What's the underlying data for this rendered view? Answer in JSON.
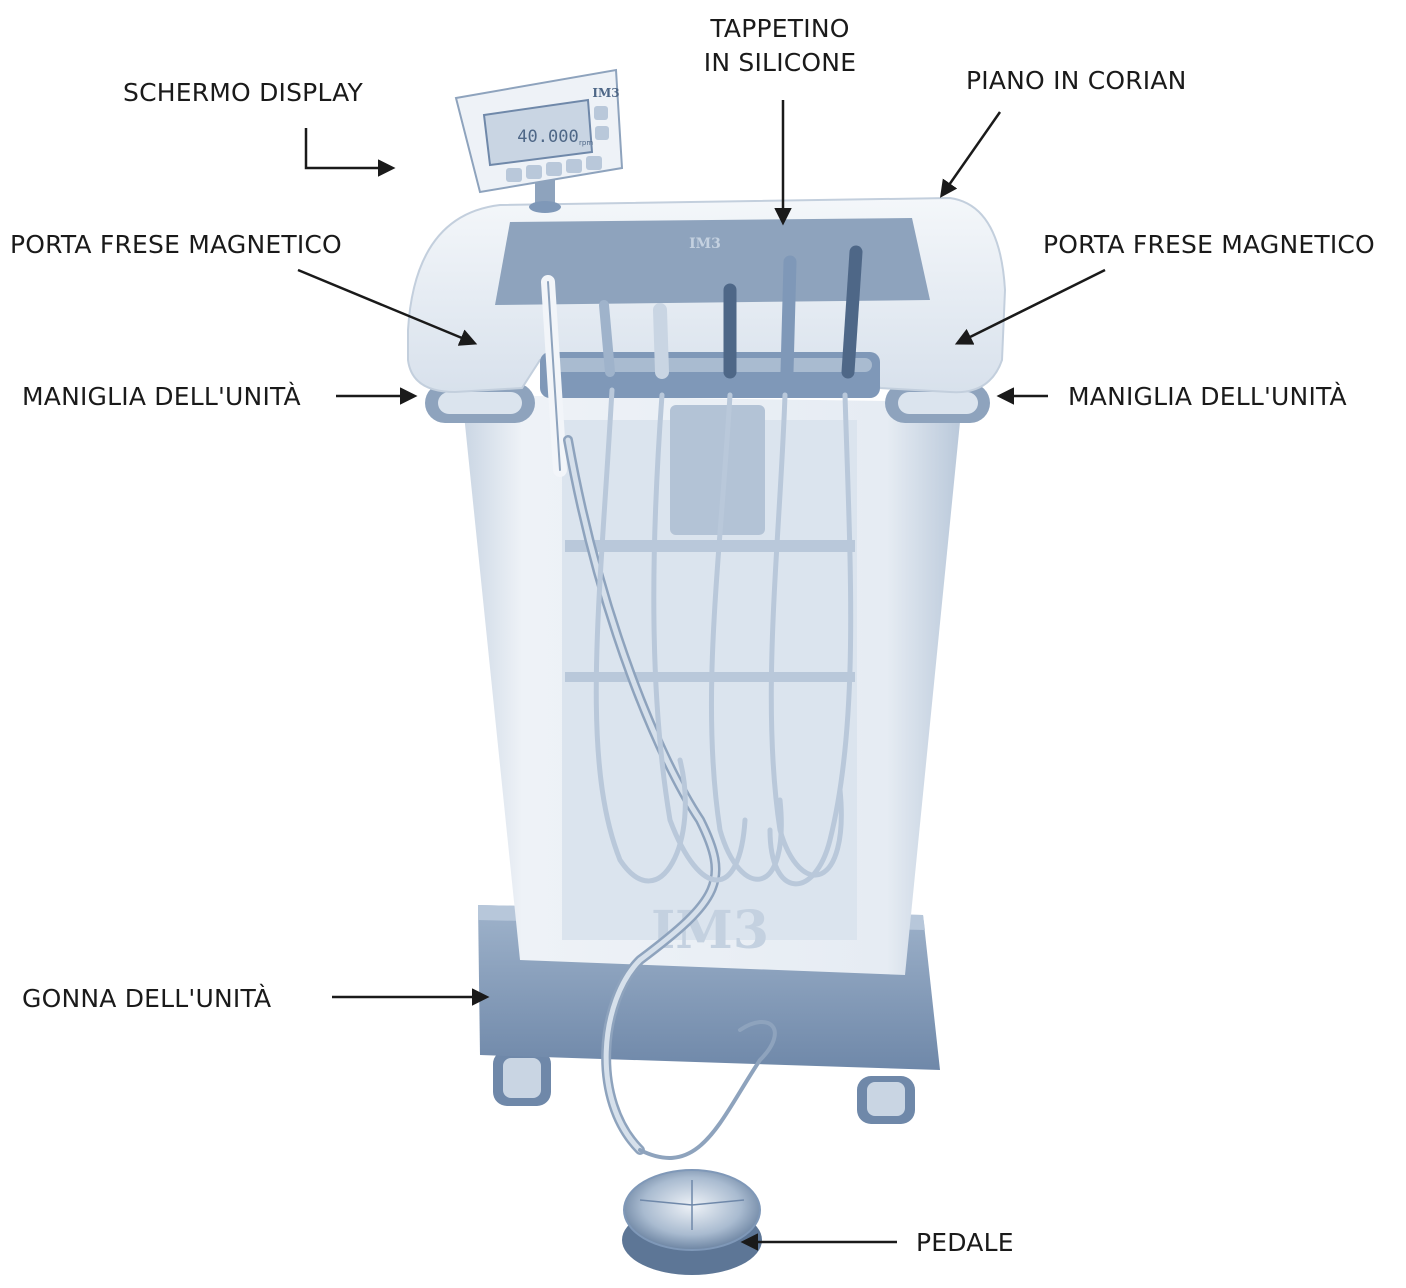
{
  "labels": {
    "display_screen": "SCHERMO DISPLAY",
    "silicone_mat_line1": "TAPPETINO",
    "silicone_mat_line2": "IN SILICONE",
    "corian_top": "PIANO IN CORIAN",
    "bur_holder_left": "PORTA FRESE MAGNETICO",
    "bur_holder_right": "PORTA FRESE MAGNETICO",
    "handle_left": "MANIGLIA DELL'UNITÀ",
    "handle_right": "MANIGLIA DELL'UNITÀ",
    "skirt": "GONNA DELL'UNITÀ",
    "pedal": "PEDALE"
  },
  "device": {
    "brand_mark": "IM3",
    "display_reading": "40.000",
    "display_unit": "rpm"
  },
  "colors": {
    "label_text": "#1a1a1a",
    "arrow": "#1a1a1a",
    "body_light": "#e9eef4",
    "body_mid": "#aabbd0",
    "body_dark": "#5c7596",
    "mat": "#8ea3bd",
    "skirt": "#7f98b8"
  }
}
